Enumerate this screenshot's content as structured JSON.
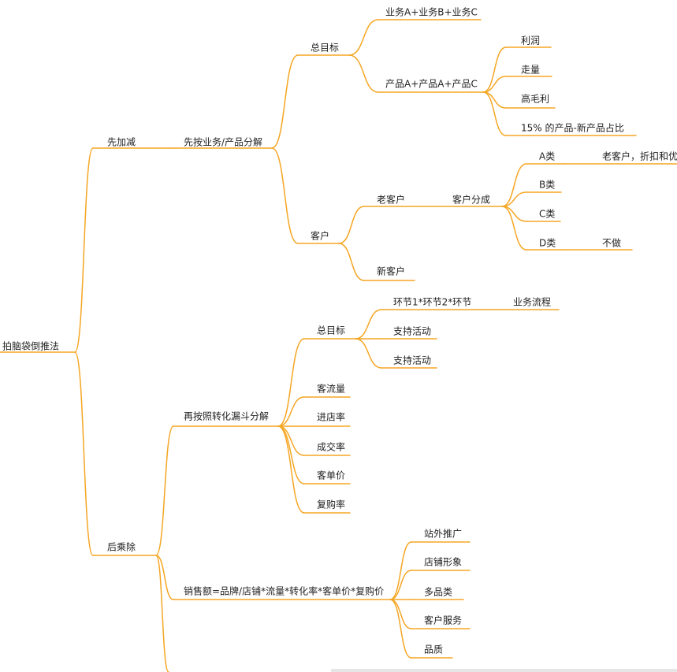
{
  "colors": {
    "line": "#f5a623",
    "text": "#222222"
  },
  "root": {
    "id": "root",
    "label": "拍脑袋倒推法",
    "children": [
      {
        "id": "jiajian",
        "label": "先加减",
        "children": [
          {
            "id": "yewu-fenjie",
            "label": "先按业务/产品分解",
            "children": [
              {
                "id": "zongmubiao1",
                "label": "总目标",
                "children": [
                  {
                    "id": "yewu-abc",
                    "label": "业务A+业务B+业务C"
                  },
                  {
                    "id": "chanpin-abc",
                    "label": "产品A+产品A+产品C",
                    "children": [
                      {
                        "id": "lirun",
                        "label": "利润"
                      },
                      {
                        "id": "zouliang",
                        "label": "走量"
                      },
                      {
                        "id": "gaomaoli",
                        "label": "高毛利"
                      },
                      {
                        "id": "zhanbi",
                        "label": "15% 的产品-新产品占比"
                      }
                    ]
                  }
                ]
              },
              {
                "id": "kehu",
                "label": "客户",
                "children": [
                  {
                    "id": "laokehu",
                    "label": "老客户",
                    "children": [
                      {
                        "id": "kehufencheng",
                        "label": "客户分成",
                        "children": [
                          {
                            "id": "alei",
                            "label": "A类",
                            "children": [
                              {
                                "id": "alei-note",
                                "label": "老客户，折扣和优"
                              }
                            ]
                          },
                          {
                            "id": "blei",
                            "label": "B类"
                          },
                          {
                            "id": "clei",
                            "label": "C类"
                          },
                          {
                            "id": "dlei",
                            "label": "D类",
                            "children": [
                              {
                                "id": "buzuo",
                                "label": "不做"
                              }
                            ]
                          }
                        ]
                      }
                    ]
                  },
                  {
                    "id": "xinkehu",
                    "label": "新客户"
                  }
                ]
              }
            ]
          }
        ]
      },
      {
        "id": "chengchu",
        "label": "后乘除",
        "children": [
          {
            "id": "loudou",
            "label": "再按照转化漏斗分解",
            "children": [
              {
                "id": "zongmubiao2",
                "label": "总目标",
                "children": [
                  {
                    "id": "huanjie",
                    "label": "环节1*环节2*环节",
                    "children": [
                      {
                        "id": "liucheng",
                        "label": "业务流程"
                      }
                    ]
                  },
                  {
                    "id": "zhichi1",
                    "label": "支持活动"
                  },
                  {
                    "id": "zhichi2",
                    "label": "支持活动"
                  }
                ]
              },
              {
                "id": "keliuliang",
                "label": "客流量"
              },
              {
                "id": "jindianlv",
                "label": "进店率"
              },
              {
                "id": "chengjiaolv",
                "label": "成交率"
              },
              {
                "id": "kedanjia",
                "label": "客单价"
              },
              {
                "id": "fugoulv",
                "label": "复购率"
              }
            ]
          },
          {
            "id": "xiaoshoue",
            "label": "销售额=品牌/店铺*流量*转化率*客单价*复购价",
            "children": [
              {
                "id": "zhanwai",
                "label": "站外推广"
              },
              {
                "id": "dianpu",
                "label": "店铺形象"
              },
              {
                "id": "duopinlei",
                "label": "多品类"
              },
              {
                "id": "kefu",
                "label": "客户服务"
              },
              {
                "id": "pinzhi",
                "label": "品质"
              }
            ]
          }
        ]
      }
    ]
  }
}
